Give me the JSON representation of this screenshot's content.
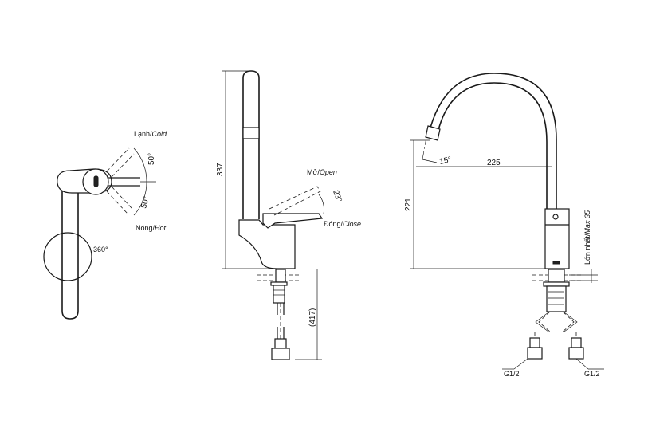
{
  "labels": {
    "cold_vn": "Lạnh/",
    "cold_en": "Cold",
    "hot_vn": "Nóng/",
    "hot_en": "Hot",
    "angle_cold": "50°",
    "angle_hot": "50°",
    "rotation": "360°",
    "open_vn": "Mở/",
    "open_en": "Open",
    "close_vn": "Đóng/",
    "close_en": "Close",
    "angle_lever": "23°",
    "height_total": "337",
    "hose_length": "(417)",
    "spout_angle": "15°",
    "spout_reach": "225",
    "spout_height": "221",
    "max_thickness": "Lớn nhất/",
    "max_thickness_value": "Max 35",
    "thread_left": "G1/2",
    "thread_right": "G1/2"
  }
}
